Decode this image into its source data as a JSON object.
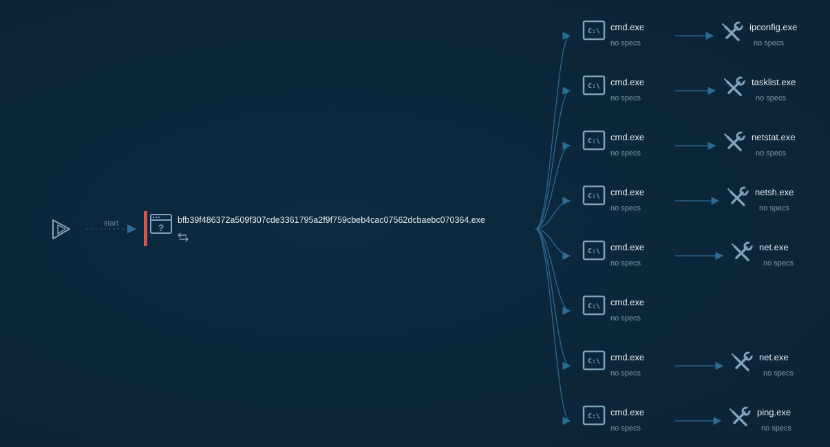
{
  "start_label": "start",
  "root": {
    "name": "bfb39f486372a509f307cde3361795a2f9f759cbeb4cac07562dcbaebc070364.exe",
    "icon": "unknown-window-icon",
    "accent_color": "#d9534f"
  },
  "spec_text": "no specs",
  "colors": {
    "edge": "#2d6b94",
    "icon": "#7fa3bd",
    "text": "#e6edf2"
  },
  "children": [
    {
      "name": "cmd.exe",
      "sub": "no specs",
      "child": {
        "name": "ipconfig.exe",
        "sub": "no specs"
      }
    },
    {
      "name": "cmd.exe",
      "sub": "no specs",
      "child": {
        "name": "tasklist.exe",
        "sub": "no specs"
      }
    },
    {
      "name": "cmd.exe",
      "sub": "no specs",
      "child": {
        "name": "netstat.exe",
        "sub": "no specs"
      }
    },
    {
      "name": "cmd.exe",
      "sub": "no specs",
      "child": {
        "name": "netsh.exe",
        "sub": "no specs"
      }
    },
    {
      "name": "cmd.exe",
      "sub": "no specs",
      "child": {
        "name": "net.exe",
        "sub": "no specs"
      }
    },
    {
      "name": "cmd.exe",
      "sub": "no specs",
      "child": null
    },
    {
      "name": "cmd.exe",
      "sub": "no specs",
      "child": {
        "name": "net.exe",
        "sub": "no specs"
      }
    },
    {
      "name": "cmd.exe",
      "sub": "no specs",
      "child": {
        "name": "ping.exe",
        "sub": "no specs"
      }
    }
  ]
}
